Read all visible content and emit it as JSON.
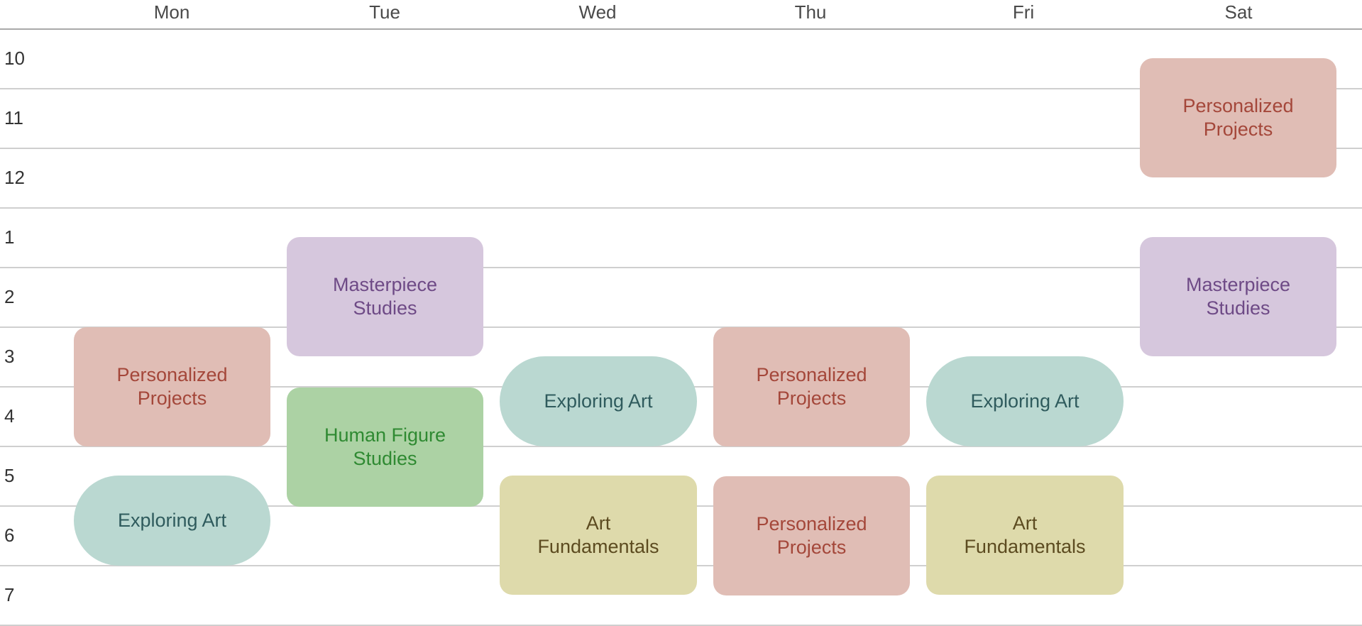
{
  "days": [
    "Mon",
    "Tue",
    "Wed",
    "Thu",
    "Fri",
    "Sat"
  ],
  "hours": [
    "10",
    "11",
    "12",
    "1",
    "2",
    "3",
    "4",
    "5",
    "6",
    "7"
  ],
  "categories": {
    "personalized": {
      "bg": "#e0bdb5",
      "text": "#a4473a"
    },
    "masterpiece": {
      "bg": "#d6c7dd",
      "text": "#6e4a86"
    },
    "exploring": {
      "bg": "#bad8d1",
      "text": "#2f5b5d"
    },
    "human": {
      "bg": "#acd2a4",
      "text": "#2f8a32"
    },
    "fundamentals": {
      "bg": "#dedaab",
      "text": "#5c4b20"
    }
  },
  "events": [
    {
      "title": "Personalized\nProjects",
      "day": "Mon",
      "start": "3:00",
      "end": "5:00"
    },
    {
      "title": "Exploring Art",
      "day": "Mon",
      "start": "5:30",
      "end": "7:00"
    },
    {
      "title": "Masterpiece\nStudies",
      "day": "Tue",
      "start": "1:30",
      "end": "3:30"
    },
    {
      "title": "Human Figure\nStudies",
      "day": "Tue",
      "start": "4:00",
      "end": "6:00"
    },
    {
      "title": "Exploring Art",
      "day": "Wed",
      "start": "3:30",
      "end": "5:00"
    },
    {
      "title": "Art\nFundamentals",
      "day": "Wed",
      "start": "5:30",
      "end": "7:30"
    },
    {
      "title": "Personalized\nProjects",
      "day": "Thu",
      "start": "3:00",
      "end": "5:00"
    },
    {
      "title": "Personalized\nProjects",
      "day": "Thu",
      "start": "5:30",
      "end": "7:30"
    },
    {
      "title": "Exploring Art",
      "day": "Fri",
      "start": "3:30",
      "end": "5:00"
    },
    {
      "title": "Art\nFundamentals",
      "day": "Fri",
      "start": "5:30",
      "end": "7:30"
    },
    {
      "title": "Personalized\nProjects",
      "day": "Sat",
      "start": "10:30",
      "end": "12:30"
    },
    {
      "title": "Masterpiece\nStudies",
      "day": "Sat",
      "start": "1:30",
      "end": "3:30"
    }
  ]
}
